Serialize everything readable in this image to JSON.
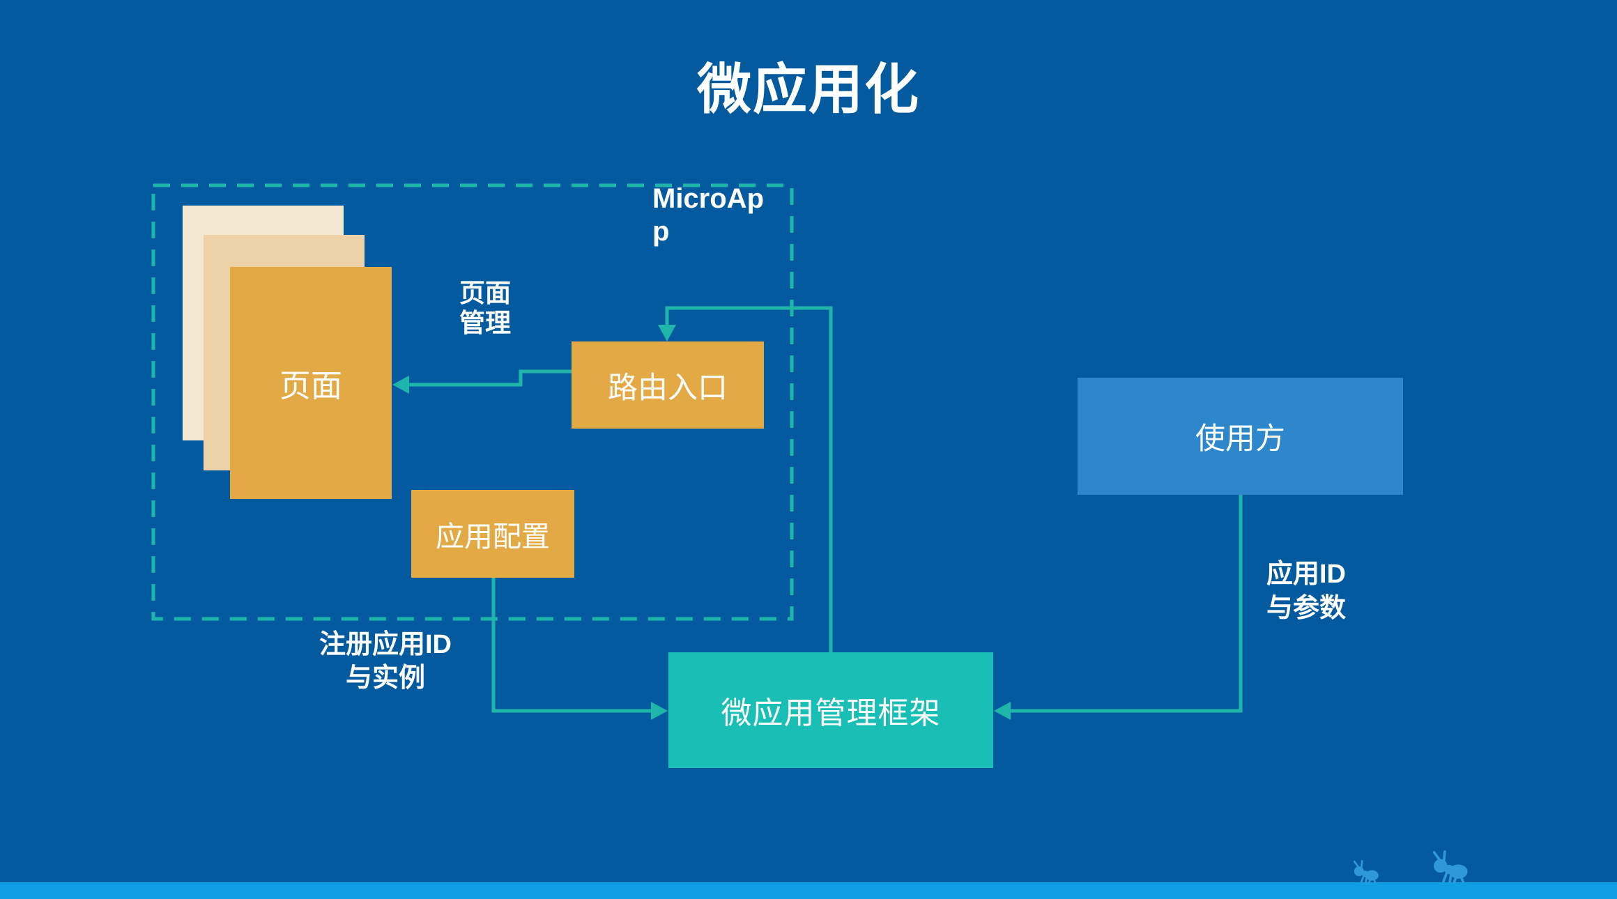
{
  "title": "微应用化",
  "colors": {
    "bg": "#045A9E",
    "gold": "#E2A945",
    "gold_mid": "#EDD2A7",
    "gold_light": "#F5E8D2",
    "teal": "#1FB5AB",
    "teal_box": "#19BFB5",
    "blue_box": "#2E87CA",
    "bar": "#0F9DE4",
    "ant": "#2E99D6"
  },
  "microapp_group": {
    "label": "MicroAp\np",
    "page_manage_label": "页面\n管理",
    "pages": {
      "front_label": "页面"
    },
    "route_entry": {
      "label": "路由入口"
    },
    "app_config": {
      "label": "应用配置"
    }
  },
  "consumer": {
    "label": "使用方"
  },
  "framework": {
    "label": "微应用管理框架"
  },
  "edge_labels": {
    "register": "注册应用ID\n与实例",
    "app_id": "应用ID\n与参数"
  },
  "footer": {
    "decor_icons": [
      "ant-icon",
      "ant-icon"
    ]
  }
}
